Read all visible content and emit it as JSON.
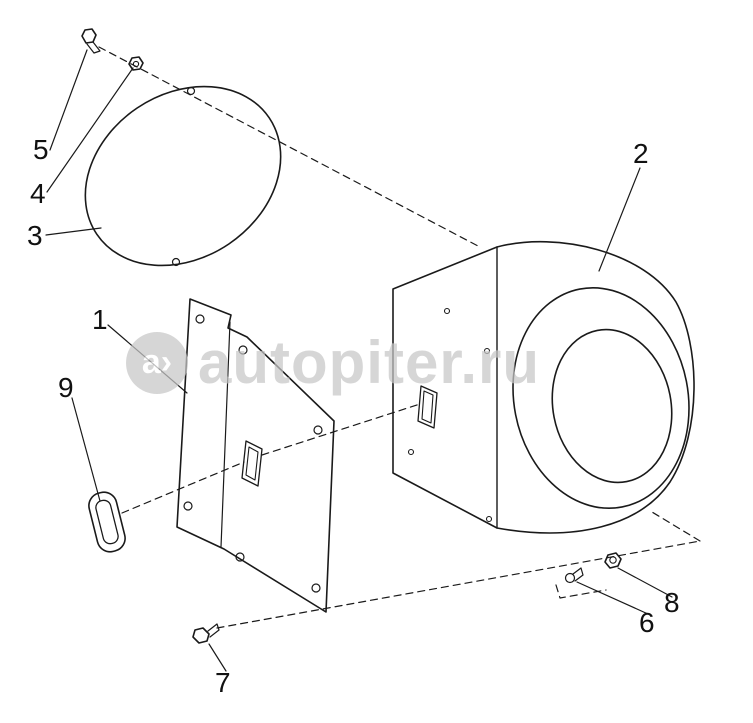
{
  "colors": {
    "background": "#ffffff",
    "line": "#1a1a1a",
    "watermark": "#c7c7c7"
  },
  "watermark": {
    "logo": "a›",
    "text": "autopiter.ru"
  },
  "labels": [
    {
      "part": "mounting-plate",
      "text": "1"
    },
    {
      "part": "housing",
      "text": "2"
    },
    {
      "part": "cover-disc",
      "text": "3"
    },
    {
      "part": "nut-top",
      "text": "4"
    },
    {
      "part": "bolt-top",
      "text": "5"
    },
    {
      "part": "screw-bottom",
      "text": "6"
    },
    {
      "part": "bolt-bottom",
      "text": "7"
    },
    {
      "part": "nut-bottom",
      "text": "8"
    },
    {
      "part": "grommet",
      "text": "9"
    }
  ]
}
